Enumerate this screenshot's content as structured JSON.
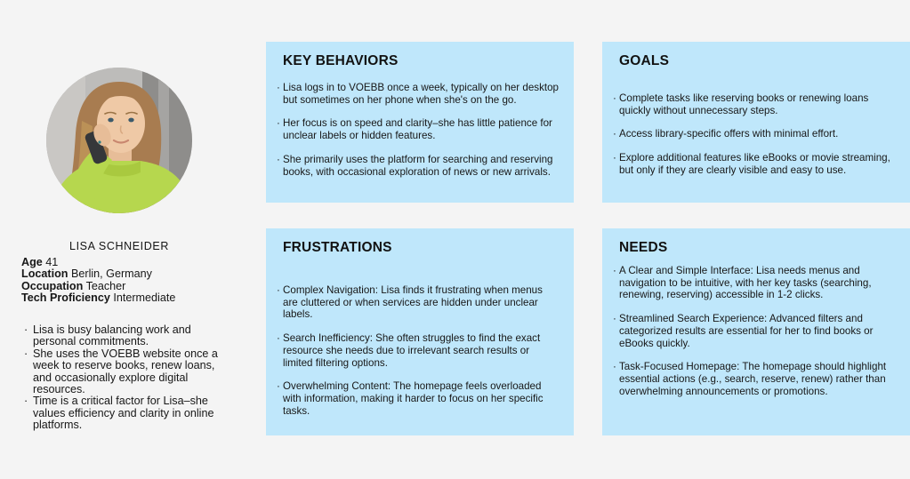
{
  "ui": {
    "bullet": "·"
  },
  "colors": {
    "background": "#f4f4f4",
    "card_blue": "#bfe7fb",
    "text": "#171717",
    "sweater_green": "#b6d74e"
  },
  "profile": {
    "name": "LISA SCHNEIDER",
    "attributes": [
      {
        "label": "Age",
        "value": "41"
      },
      {
        "label": "Location",
        "value": "Berlin, Germany"
      },
      {
        "label": "Occupation",
        "value": "Teacher"
      },
      {
        "label": "Tech Proficiency",
        "value": "Intermediate"
      }
    ],
    "summary": [
      "Lisa is busy balancing work and personal commitments.",
      "She uses the VOEBB website once a week to reserve books, renew loans, and occasionally explore digital resources.",
      "Time is a critical factor for Lisa–she values efficiency and clarity in online platforms."
    ]
  },
  "cards": [
    {
      "title": "KEY BEHAVIORS",
      "bullets": [
        "Lisa logs in to VOEBB once a week, typically on her desktop but sometimes on her phone when she's on the go.",
        "Her focus is on speed and clarity–she has little patience for unclear labels or hidden features.",
        "She primarily uses the platform for searching and reserving books, with occasional exploration of news or new arrivals."
      ]
    },
    {
      "title": "GOALS",
      "bullets": [
        "Complete tasks like reserving books or renewing loans quickly without unnecessary steps.",
        "Access library-specific offers with minimal effort.",
        "Explore additional features like eBooks or movie streaming, but only if they are clearly visible and easy to use."
      ]
    },
    {
      "title": "FRUSTRATIONS",
      "bullets": [
        "Complex Navigation: Lisa finds it frustrating when menus are cluttered or when services are hidden under unclear labels.",
        "Search Inefficiency: She often struggles to find the exact resource she needs due to irrelevant search results or limited filtering options.",
        "Overwhelming Content: The homepage feels overloaded with information, making it harder to focus on her specific tasks."
      ]
    },
    {
      "title": "NEEDS",
      "bullets": [
        "A Clear and Simple Interface: Lisa needs menus and navigation to be intuitive, with her key tasks (searching, renewing, reserving) accessible in 1-2 clicks.",
        "Streamlined Search Experience: Advanced filters and categorized results are essential for her to find books or eBooks quickly.",
        "Task-Focused Homepage: The homepage should highlight essential actions (e.g., search, reserve, renew) rather than overwhelming announcements or promotions."
      ]
    }
  ]
}
